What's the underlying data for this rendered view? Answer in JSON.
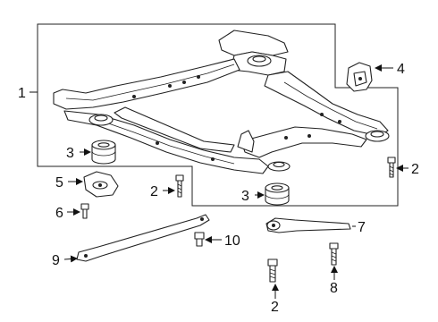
{
  "diagram": {
    "callouts": [
      {
        "id": "c1",
        "text": "1"
      },
      {
        "id": "c2a",
        "text": "2"
      },
      {
        "id": "c2b",
        "text": "2"
      },
      {
        "id": "c2c",
        "text": "2"
      },
      {
        "id": "c3a",
        "text": "3"
      },
      {
        "id": "c3b",
        "text": "3"
      },
      {
        "id": "c4",
        "text": "4"
      },
      {
        "id": "c5",
        "text": "5"
      },
      {
        "id": "c6",
        "text": "6"
      },
      {
        "id": "c7",
        "text": "7"
      },
      {
        "id": "c8",
        "text": "8"
      },
      {
        "id": "c9",
        "text": "9"
      },
      {
        "id": "c10",
        "text": "10"
      }
    ]
  }
}
